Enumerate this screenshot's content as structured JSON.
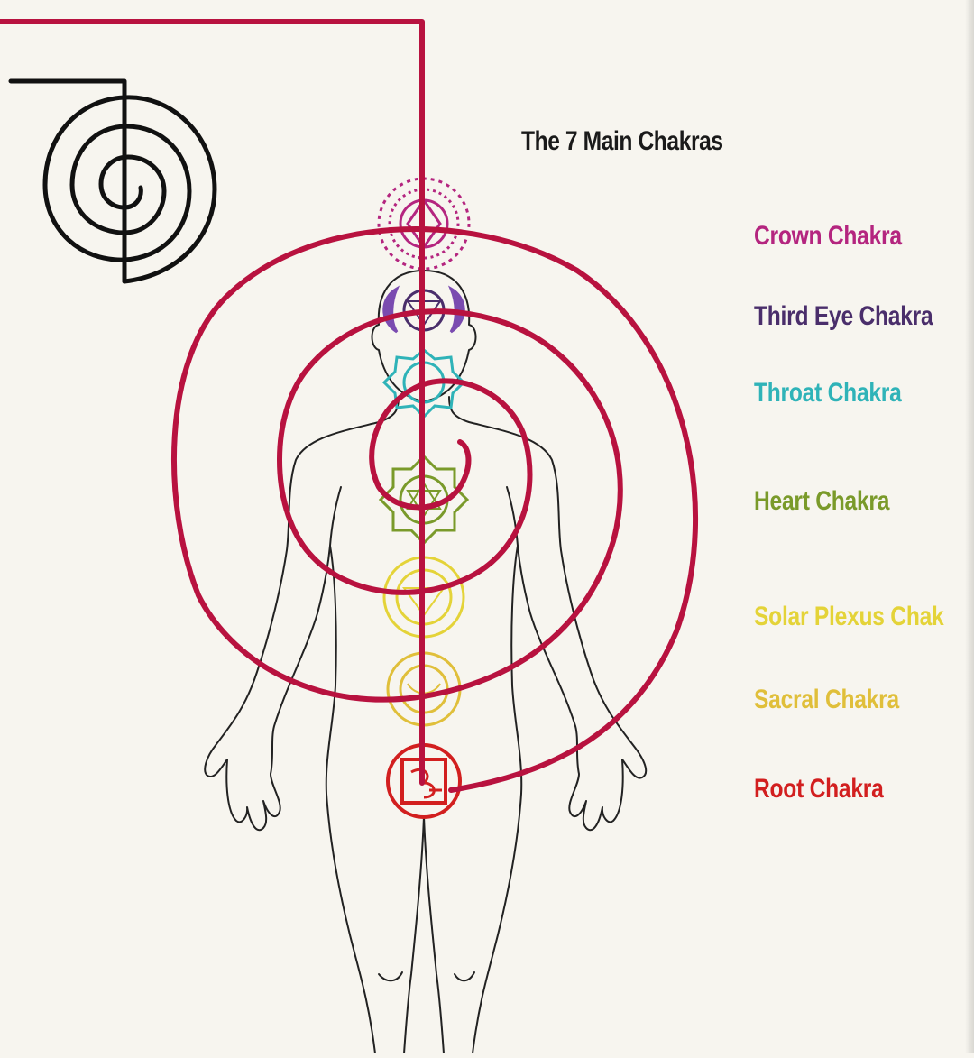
{
  "title": "The 7 Main Chakras",
  "chakras": [
    {
      "label": "Crown Chakra",
      "color": "#b4257f"
    },
    {
      "label": "Third Eye Chakra",
      "color": "#4a2e6b"
    },
    {
      "label": "Throat Chakra",
      "color": "#2fb3b8"
    },
    {
      "label": "Heart Chakra",
      "color": "#7a9a2a"
    },
    {
      "label": "Solar Plexus Chak",
      "color": "#e4d338"
    },
    {
      "label": "Sacral Chakra",
      "color": "#e0bf3a"
    },
    {
      "label": "Root Chakra",
      "color": "#d21f1f"
    }
  ],
  "colors": {
    "spiral": "#b8123f",
    "symbol": "#111111",
    "figure_outline": "#222222",
    "background": "#f7f5ef"
  }
}
